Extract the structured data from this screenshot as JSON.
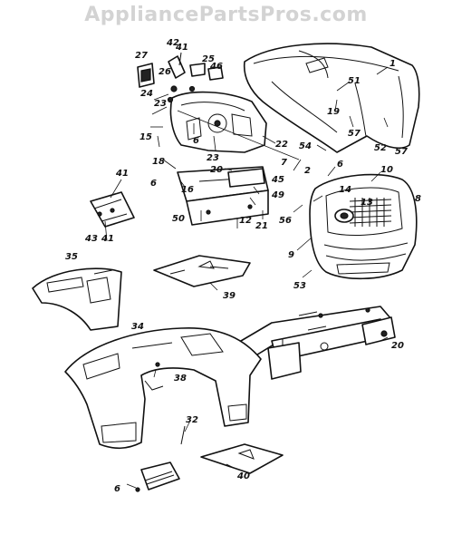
{
  "watermark": "AppliancePartsPros.com",
  "callouts": [
    {
      "id": "c1",
      "label": "1"
    },
    {
      "id": "c2",
      "label": "2"
    },
    {
      "id": "c6a",
      "label": "6"
    },
    {
      "id": "c6b",
      "label": "6"
    },
    {
      "id": "c6c",
      "label": "6"
    },
    {
      "id": "c6d",
      "label": "6"
    },
    {
      "id": "c7",
      "label": "7"
    },
    {
      "id": "c8",
      "label": "8"
    },
    {
      "id": "c9",
      "label": "9"
    },
    {
      "id": "c10",
      "label": "10"
    },
    {
      "id": "c12",
      "label": "12"
    },
    {
      "id": "c13",
      "label": "13"
    },
    {
      "id": "c14",
      "label": "14"
    },
    {
      "id": "c15",
      "label": "15"
    },
    {
      "id": "c16",
      "label": "16"
    },
    {
      "id": "c18",
      "label": "18"
    },
    {
      "id": "c19",
      "label": "19"
    },
    {
      "id": "c20a",
      "label": "20"
    },
    {
      "id": "c20b",
      "label": "20"
    },
    {
      "id": "c21",
      "label": "21"
    },
    {
      "id": "c22",
      "label": "22"
    },
    {
      "id": "c23a",
      "label": "23"
    },
    {
      "id": "c23b",
      "label": "23"
    },
    {
      "id": "c24",
      "label": "24"
    },
    {
      "id": "c25",
      "label": "25"
    },
    {
      "id": "c26",
      "label": "26"
    },
    {
      "id": "c27",
      "label": "27"
    },
    {
      "id": "c32",
      "label": "32"
    },
    {
      "id": "c34",
      "label": "34"
    },
    {
      "id": "c35",
      "label": "35"
    },
    {
      "id": "c38",
      "label": "38"
    },
    {
      "id": "c39",
      "label": "39"
    },
    {
      "id": "c40",
      "label": "40"
    },
    {
      "id": "c41a",
      "label": "41"
    },
    {
      "id": "c41b",
      "label": "41"
    },
    {
      "id": "c41c",
      "label": "41"
    },
    {
      "id": "c42",
      "label": "42"
    },
    {
      "id": "c43",
      "label": "43"
    },
    {
      "id": "c45",
      "label": "45"
    },
    {
      "id": "c46",
      "label": "46"
    },
    {
      "id": "c49",
      "label": "49"
    },
    {
      "id": "c50",
      "label": "50"
    },
    {
      "id": "c51",
      "label": "51"
    },
    {
      "id": "c52",
      "label": "52"
    },
    {
      "id": "c53",
      "label": "53"
    },
    {
      "id": "c54",
      "label": "54"
    },
    {
      "id": "c56",
      "label": "56"
    },
    {
      "id": "c57a",
      "label": "57"
    },
    {
      "id": "c57b",
      "label": "57"
    }
  ]
}
